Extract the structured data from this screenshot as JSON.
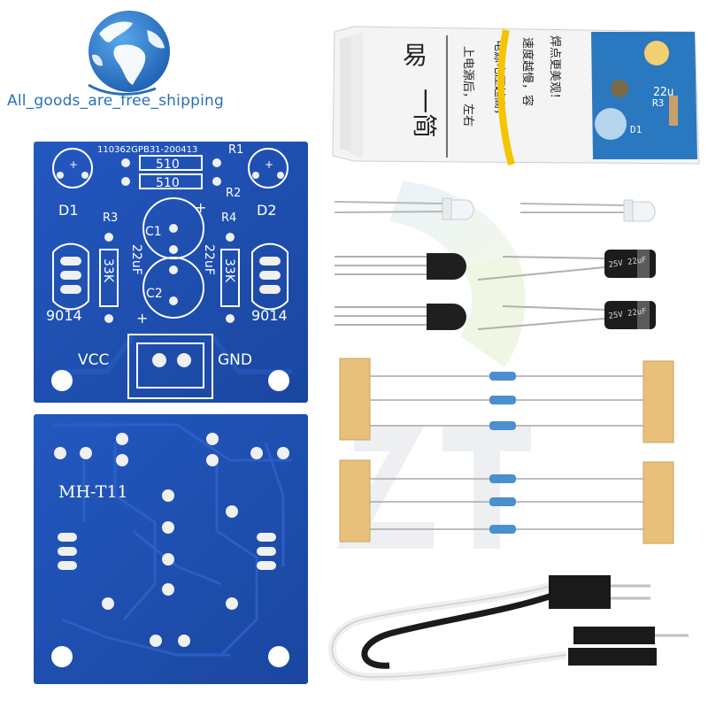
{
  "brand": {
    "slogan": "All_goods_are_free_shipping",
    "logo_icon": "globe-icon",
    "watermark_icon": "zt-watermark",
    "colors": {
      "pcb": "#1e4fae",
      "pcb_dark": "#183f93",
      "silkscreen": "#ffffff",
      "pad": "#f2f2f2",
      "brand": "#2a6fbb"
    }
  },
  "pcb_top": {
    "serial": "110362GPB31-200413",
    "r1": "R1",
    "r2": "R2",
    "r3": "R3",
    "r4": "R4",
    "r1_value": "510",
    "r2_value": "510",
    "d1": "D1",
    "d2": "D2",
    "c1": "C1",
    "c2": "C2",
    "c1_value": "22uF",
    "c2_value": "22uF",
    "r3_value": "33K",
    "r4_value": "33K",
    "q1": "9014",
    "q2": "9014",
    "vcc": "VCC",
    "gnd": "GND",
    "plus1": "+",
    "plus2": "+",
    "plus3": "+",
    "plus4": "+"
  },
  "pcb_bottom": {
    "model": "MH-T11"
  },
  "manual": {
    "col1": "一简",
    "col2": "易",
    "col3": "上电源后，左右",
    "col4": "电源电压越高，",
    "col5": "速度越慢，容",
    "col6": "焊点更美观！",
    "photo_r3": "R3",
    "photo_d1": "D1",
    "photo_22u": "22u"
  },
  "capacitors": {
    "cap1": "25V 22uF",
    "cap2": "25V 22uF"
  }
}
